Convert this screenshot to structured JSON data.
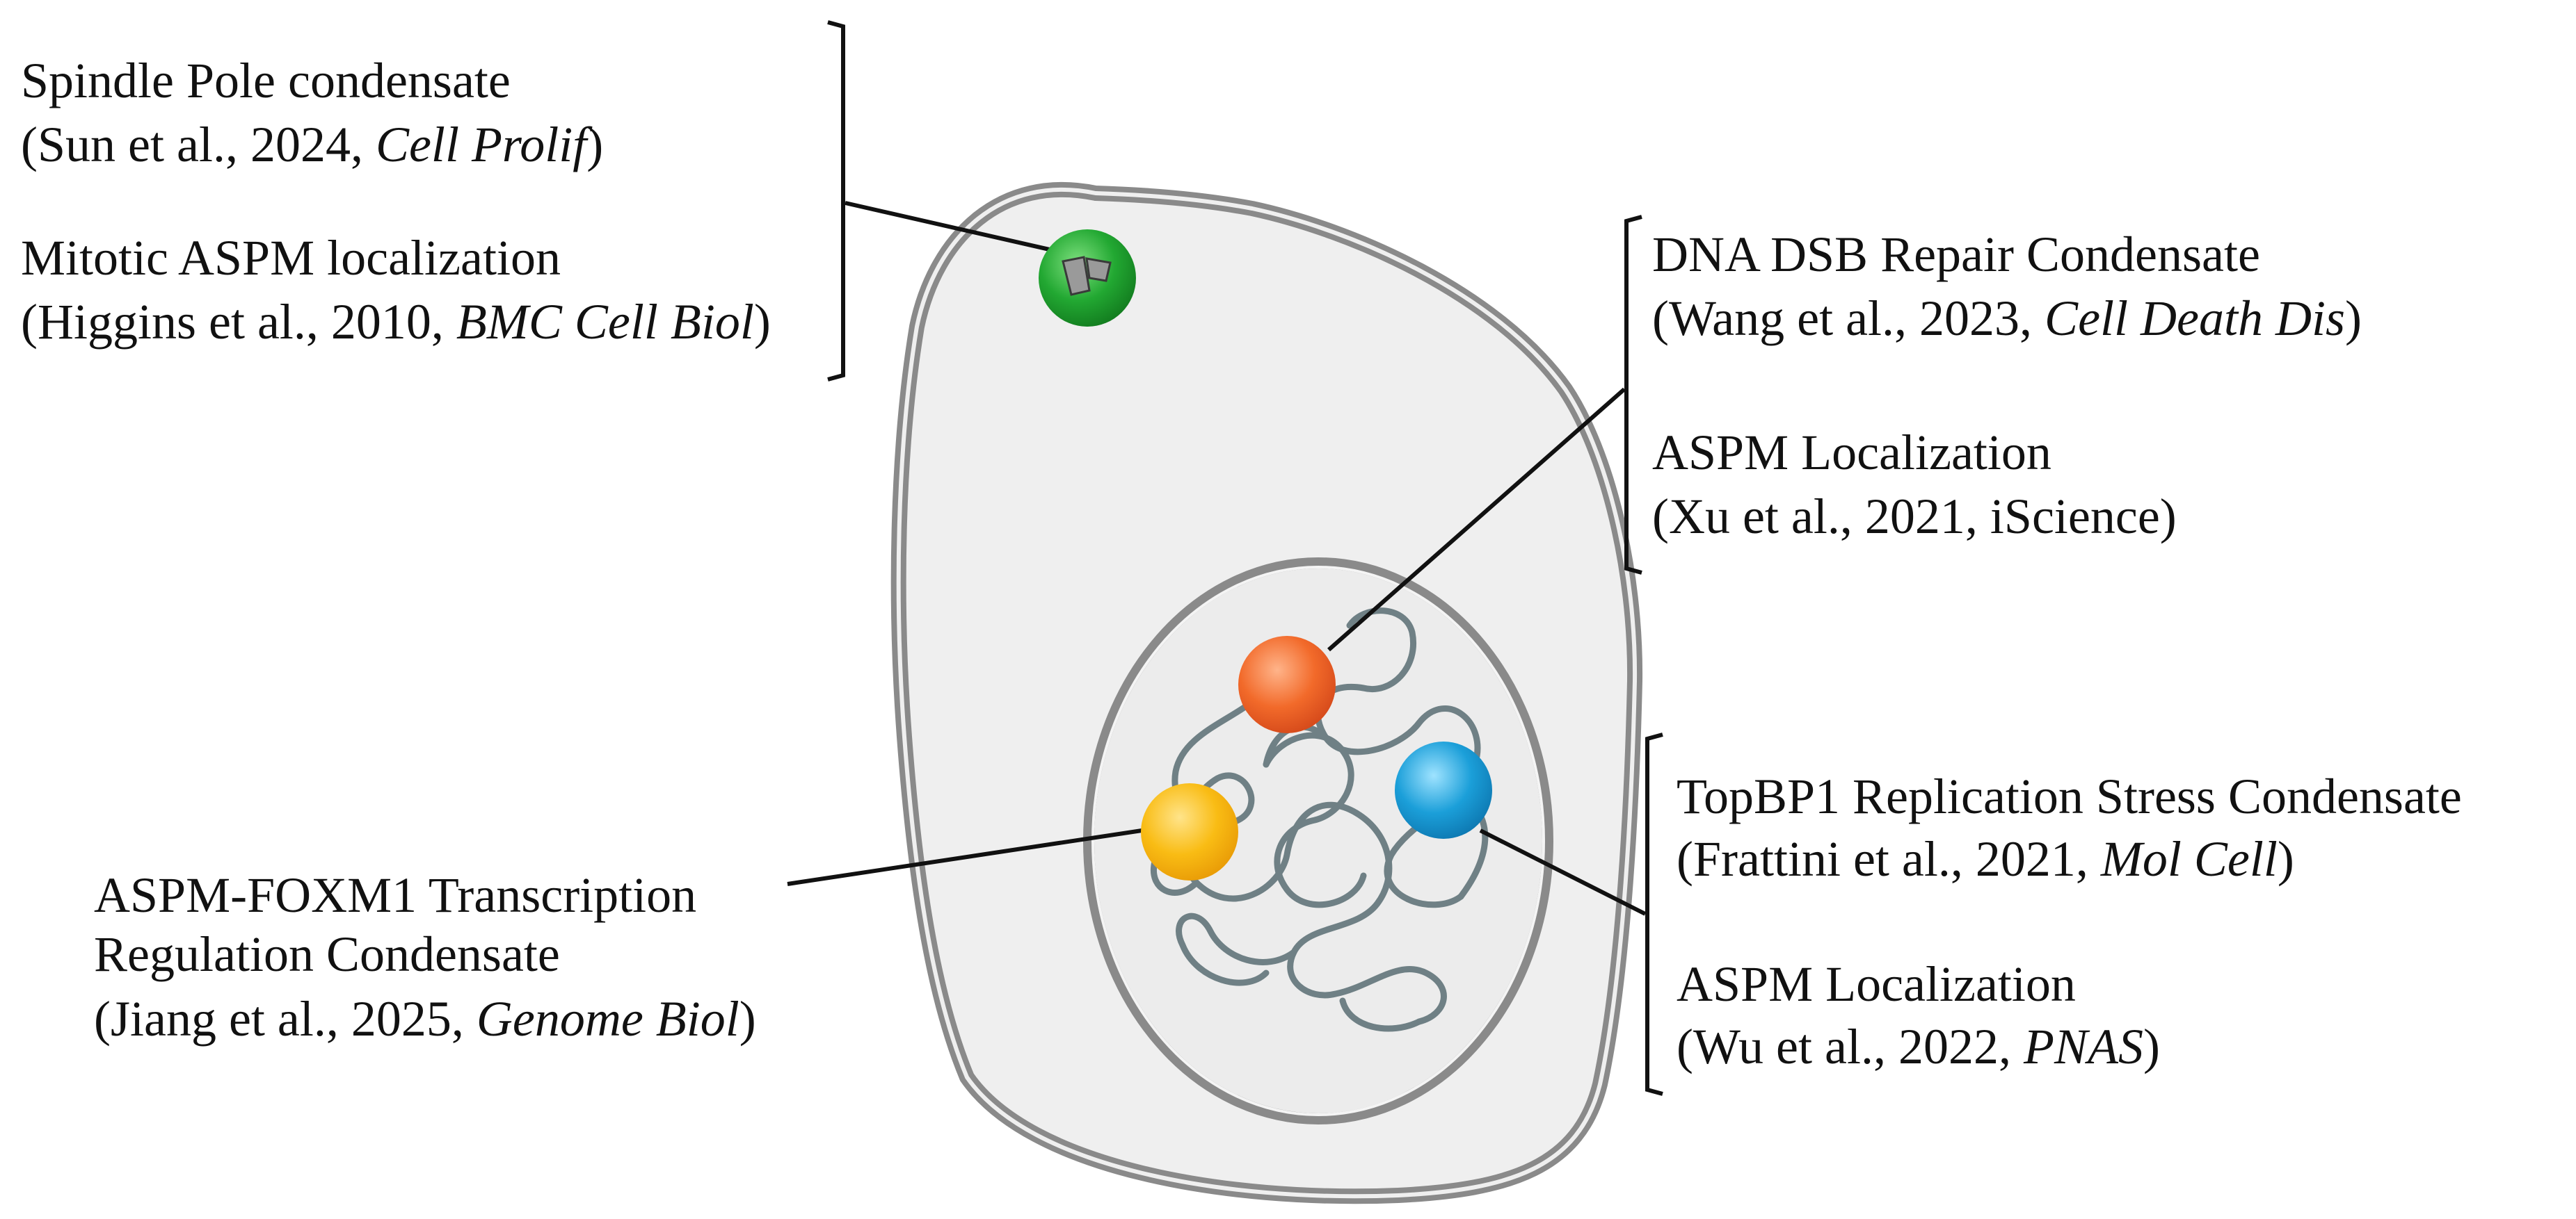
{
  "colors": {
    "cell_fill": "#efefef",
    "cell_outline": "#8a8a8a",
    "chromatin": "#6f8085",
    "spindle_pole": "#1fa32f",
    "dna_repair": "#f26a2a",
    "transcription": "#f9bc14",
    "replication_stress": "#1b9fd9",
    "line": "#111111"
  },
  "labels": {
    "spindle_pole": {
      "title": "Spindle Pole condensate",
      "ref1_pre": "(Sun et al., 2024, ",
      "ref1_journal": "Cell Prolif",
      "ref1_post": ")",
      "sub_title": "Mitotic ASPM localization",
      "ref2_pre": "(Higgins et al., 2010, ",
      "ref2_journal": "BMC Cell Biol",
      "ref2_post": ")"
    },
    "dna_repair": {
      "title": "DNA DSB Repair Condensate",
      "ref1_pre": "(Wang et al., 2023, ",
      "ref1_journal": "Cell Death Dis",
      "ref1_post": ")",
      "sub_title": "ASPM Localization",
      "ref2": "(Xu et al., 2021, iScience)"
    },
    "replication_stress": {
      "title": "TopBP1 Replication Stress Condensate",
      "ref1_pre": "(Frattini et al., 2021, ",
      "ref1_journal": "Mol Cell",
      "ref1_post": ")",
      "sub_title": "ASPM Localization",
      "ref2_pre": "(Wu et al., 2022, ",
      "ref2_journal": "PNAS",
      "ref2_post": ")"
    },
    "transcription": {
      "title_line1": "ASPM-FOXM1 Transcription",
      "title_line2": "Regulation Condensate",
      "ref_pre": "(Jiang et al., 2025, ",
      "ref_journal": "Genome Biol",
      "ref_post": ")"
    }
  }
}
